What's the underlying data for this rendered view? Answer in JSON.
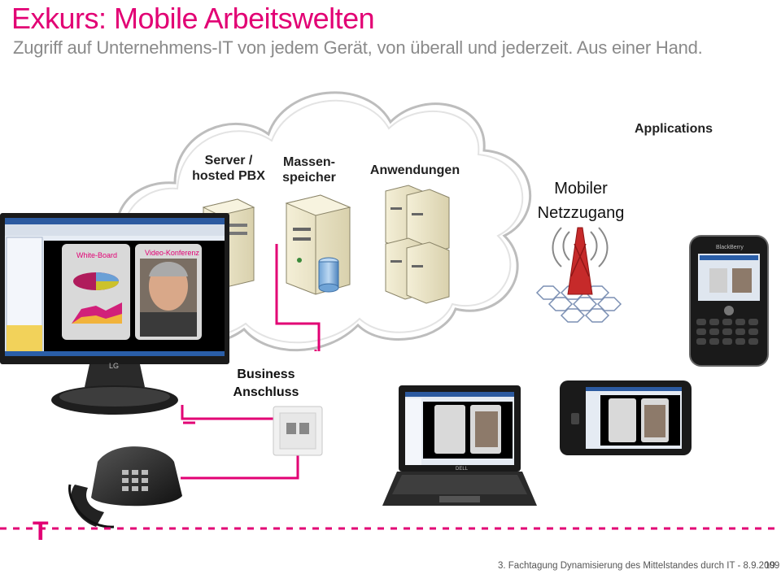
{
  "slide": {
    "title": "Exkurs: Mobile Arbeitswelten",
    "subtitle": "Zugriff auf Unternehmens-IT von jedem Gerät, von überall und jederzeit. Aus einer Hand."
  },
  "cloud": {
    "server_label_1": "Server /",
    "server_label_2": "hosted PBX",
    "storage_label_1": "Massen-",
    "storage_label_2": "speicher",
    "apps_label": "Anwendungen"
  },
  "labels": {
    "applications": "Applications",
    "mobile_access_1": "Mobiler",
    "mobile_access_2": "Netzzugang",
    "business_1": "Business",
    "business_2": "Anschluss"
  },
  "monitor_screen": {
    "whiteboard": "White-Board",
    "video_conference": "Video-Konferenz",
    "brand": "LG"
  },
  "devices": {
    "blackberry_brand": "BlackBerry",
    "laptop_brand": "DELL"
  },
  "footer": {
    "text": "3. Fachtagung Dynamisierung des Mittelstandes durch IT - 8.9.2009",
    "page": "19",
    "logo": "T"
  },
  "colors": {
    "magenta": "#e20074",
    "gray": "#8a8a8a"
  }
}
